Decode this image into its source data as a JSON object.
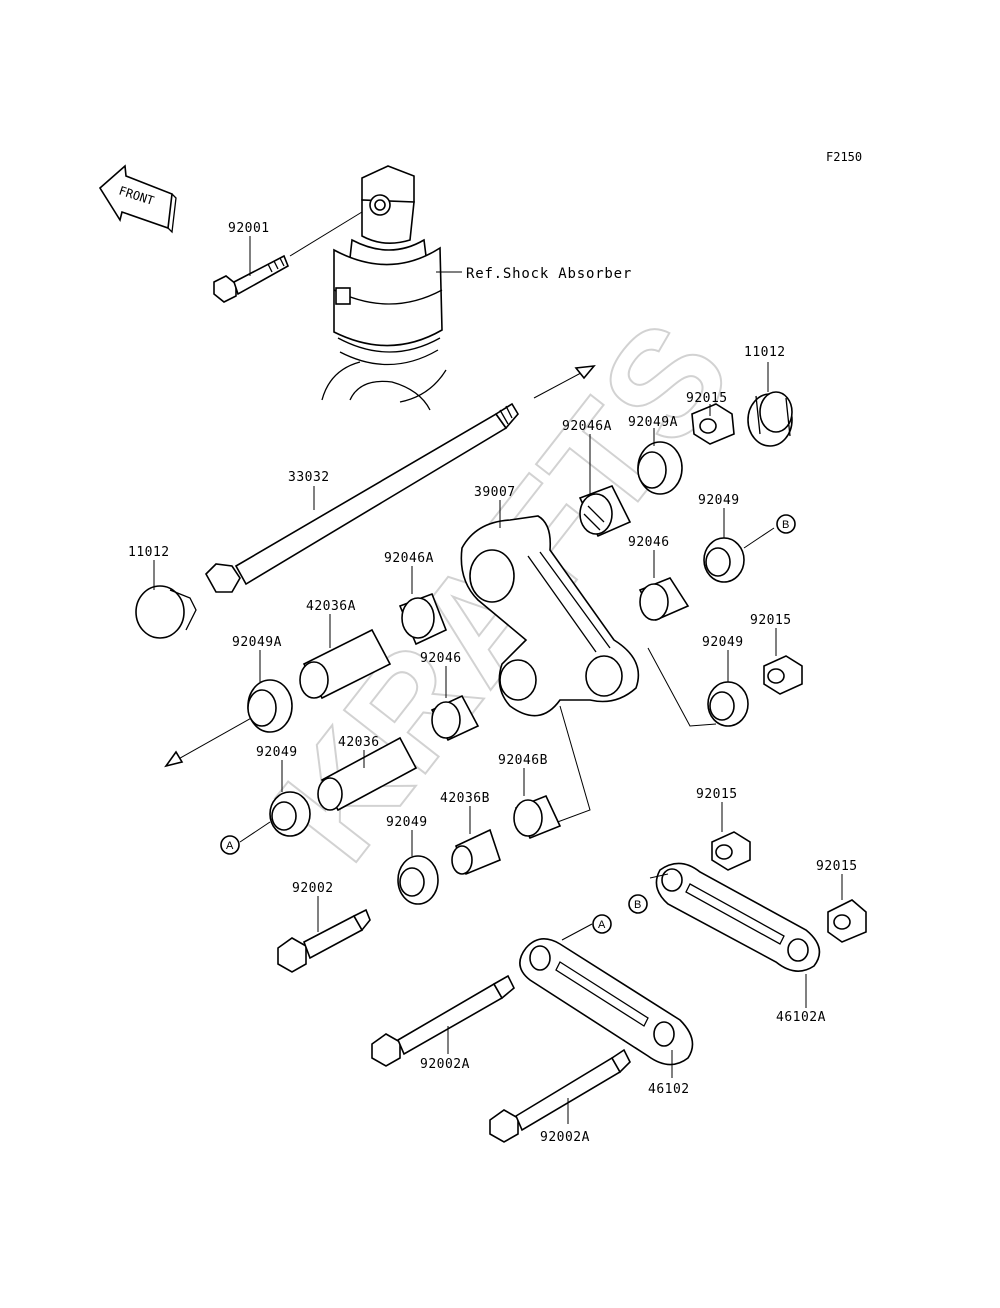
{
  "diagram_code": "F2150",
  "front_arrow_label": "FRONT",
  "watermark": "KRAFTS",
  "reference_label": "Ref.Shock Absorber",
  "callouts": {
    "a": "A",
    "b": "B"
  },
  "parts": {
    "p92001": "92001",
    "p33032": "33032",
    "p11012_top": "11012",
    "p11012_left": "11012",
    "p92015_top": "92015",
    "p92049A_top": "92049A",
    "p92046A_top": "92046A",
    "p39007": "39007",
    "p92049_right": "92049",
    "p92046_right": "92046",
    "p92046A_mid": "92046A",
    "p42036A": "42036A",
    "p92049A_left": "92049A",
    "p92015_mid": "92015",
    "p92049_mid_right": "92049",
    "p92046_mid": "92046",
    "p42036": "42036",
    "p92049_left": "92049",
    "p92046B": "92046B",
    "p42036B": "42036B",
    "p92049_low": "92049",
    "p92015_low": "92015",
    "p92015_far": "92015",
    "p92002": "92002",
    "p46102A": "46102A",
    "p92002A_upper": "92002A",
    "p46102": "46102",
    "p92002A_lower": "92002A"
  }
}
